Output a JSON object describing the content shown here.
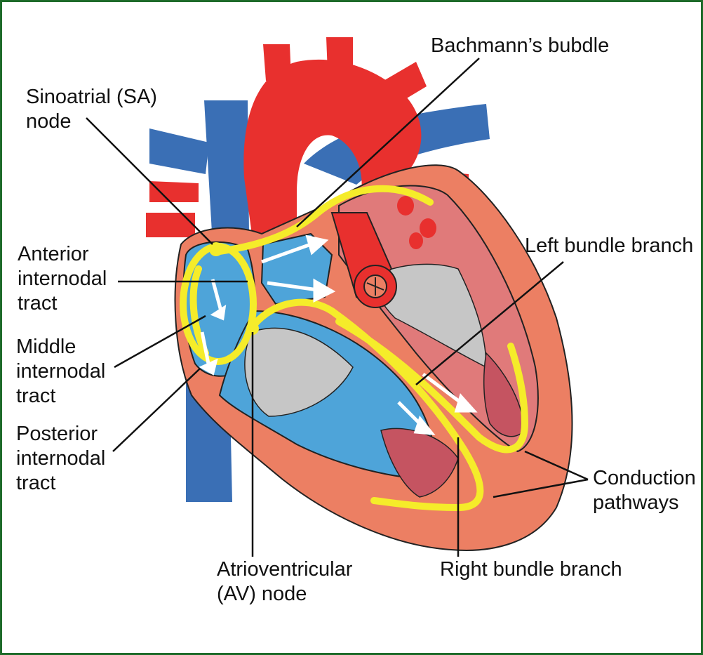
{
  "labels": {
    "sa_node": [
      "Sinoatrial (SA)",
      "node"
    ],
    "bachmann": [
      "Bachmann’s bubdle"
    ],
    "anterior": [
      "Anterior",
      "internodal",
      "tract"
    ],
    "middle": [
      "Middle",
      "internodal",
      "tract"
    ],
    "posterior": [
      "Posterior",
      "internodal",
      "tract"
    ],
    "left_bundle": [
      "Left bundle branch"
    ],
    "conduction": [
      "Conduction",
      "pathways"
    ],
    "av_node": [
      "Atrioventricular",
      "(AV) node"
    ],
    "right_bundle": [
      "Right bundle branch"
    ]
  },
  "colors": {
    "frame": "#1e6b2a",
    "vessel_blue": "#3a6fb5",
    "artery_red": "#e8302e",
    "muscle": "#ec7f63",
    "chamber_pink": "#e07a7a",
    "blue_chamber": "#4ea4d9",
    "valve_gray": "#c6c6c6",
    "papillary": "#c55461",
    "conduction_yellow": "#f5ec2a",
    "arrow_white": "#ffffff"
  },
  "icons": {
    "heart": "heart-illustration"
  }
}
